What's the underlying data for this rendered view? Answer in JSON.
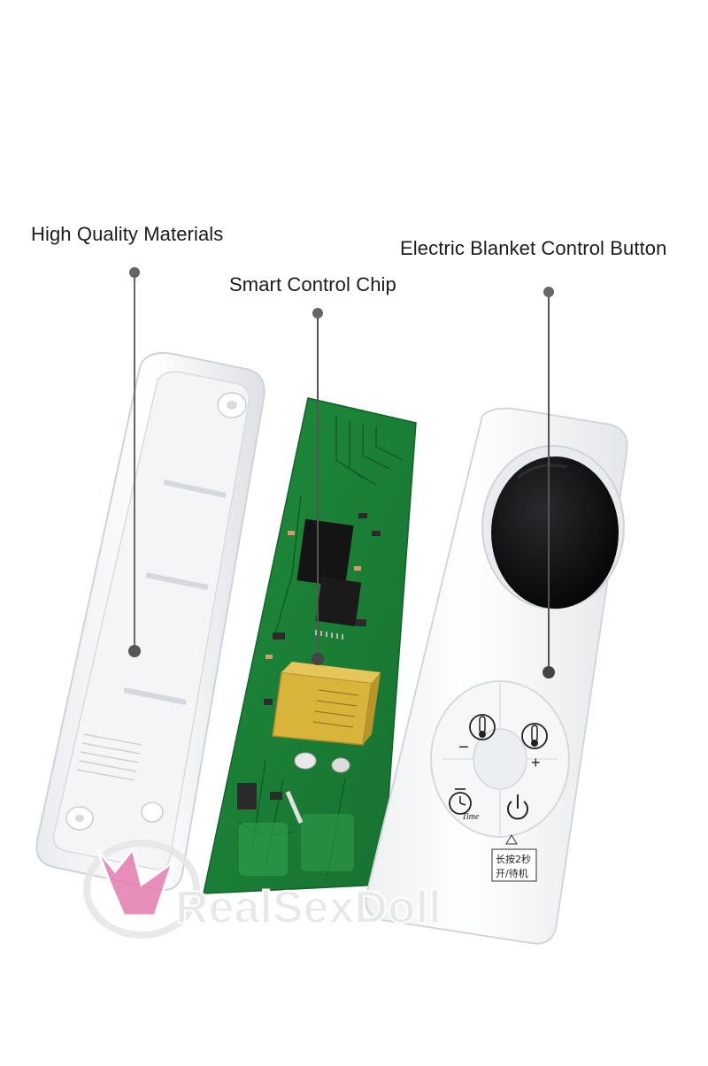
{
  "callouts": {
    "materials": "High Quality Materials",
    "chip": "Smart Control Chip",
    "button": "Electric Blanket Control Button"
  },
  "remote": {
    "standby_label_line1": "长按2秒",
    "standby_label_line2": "开/待机",
    "timer_text": "Time",
    "minus": "−",
    "plus": "+"
  },
  "watermark": {
    "text": "RealSexDoll"
  },
  "colors": {
    "pcb_green": "#1f8a3a",
    "relay_yellow": "#d9b43a",
    "display_black": "#0d0d0f",
    "leader_line": "#666666"
  }
}
